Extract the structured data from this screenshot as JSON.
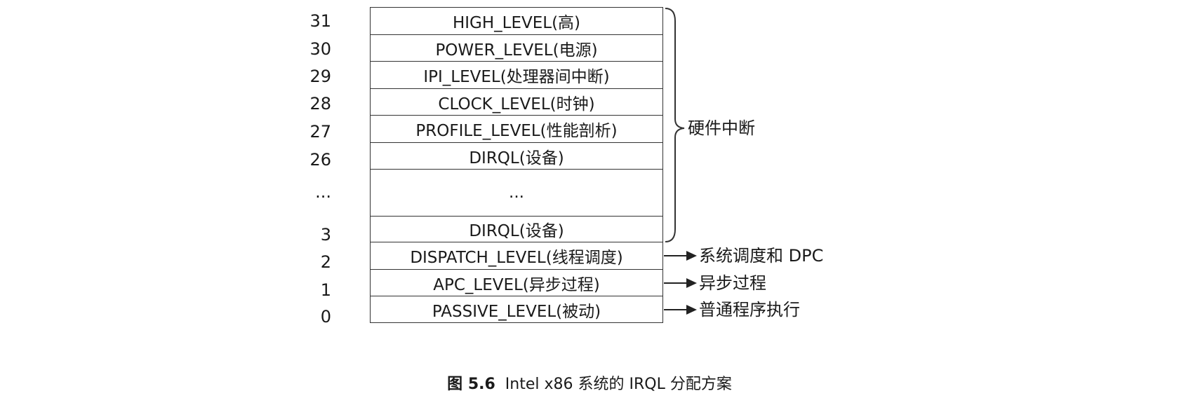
{
  "levels": [
    {
      "num": "31",
      "label": "HIGH_LEVEL(高)"
    },
    {
      "num": "30",
      "label": "POWER_LEVEL(电源)"
    },
    {
      "num": "29",
      "label": "IPI_LEVEL(处理器间中断)"
    },
    {
      "num": "28",
      "label": "CLOCK_LEVEL(时钟)"
    },
    {
      "num": "27",
      "label": "PROFILE_LEVEL(性能剖析)"
    },
    {
      "num": "26",
      "label": "DIRQL(设备)"
    },
    {
      "num": "...",
      "label": "..."
    },
    {
      "num": "3",
      "label": "DIRQL(设备)"
    },
    {
      "num": "2",
      "label": "DISPATCH_LEVEL(线程调度)"
    },
    {
      "num": "1",
      "label": "APC_LEVEL(异步过程)"
    },
    {
      "num": "0",
      "label": "PASSIVE_LEVEL(被动)"
    }
  ],
  "group_label": "硬件中断",
  "arrow_labels": [
    "系统调度和 DPC",
    "异步过程",
    "普通程序执行"
  ],
  "caption": {
    "figure_id": "图 5.6",
    "text": "Intel x86 系统的 IRQL 分配方案"
  }
}
